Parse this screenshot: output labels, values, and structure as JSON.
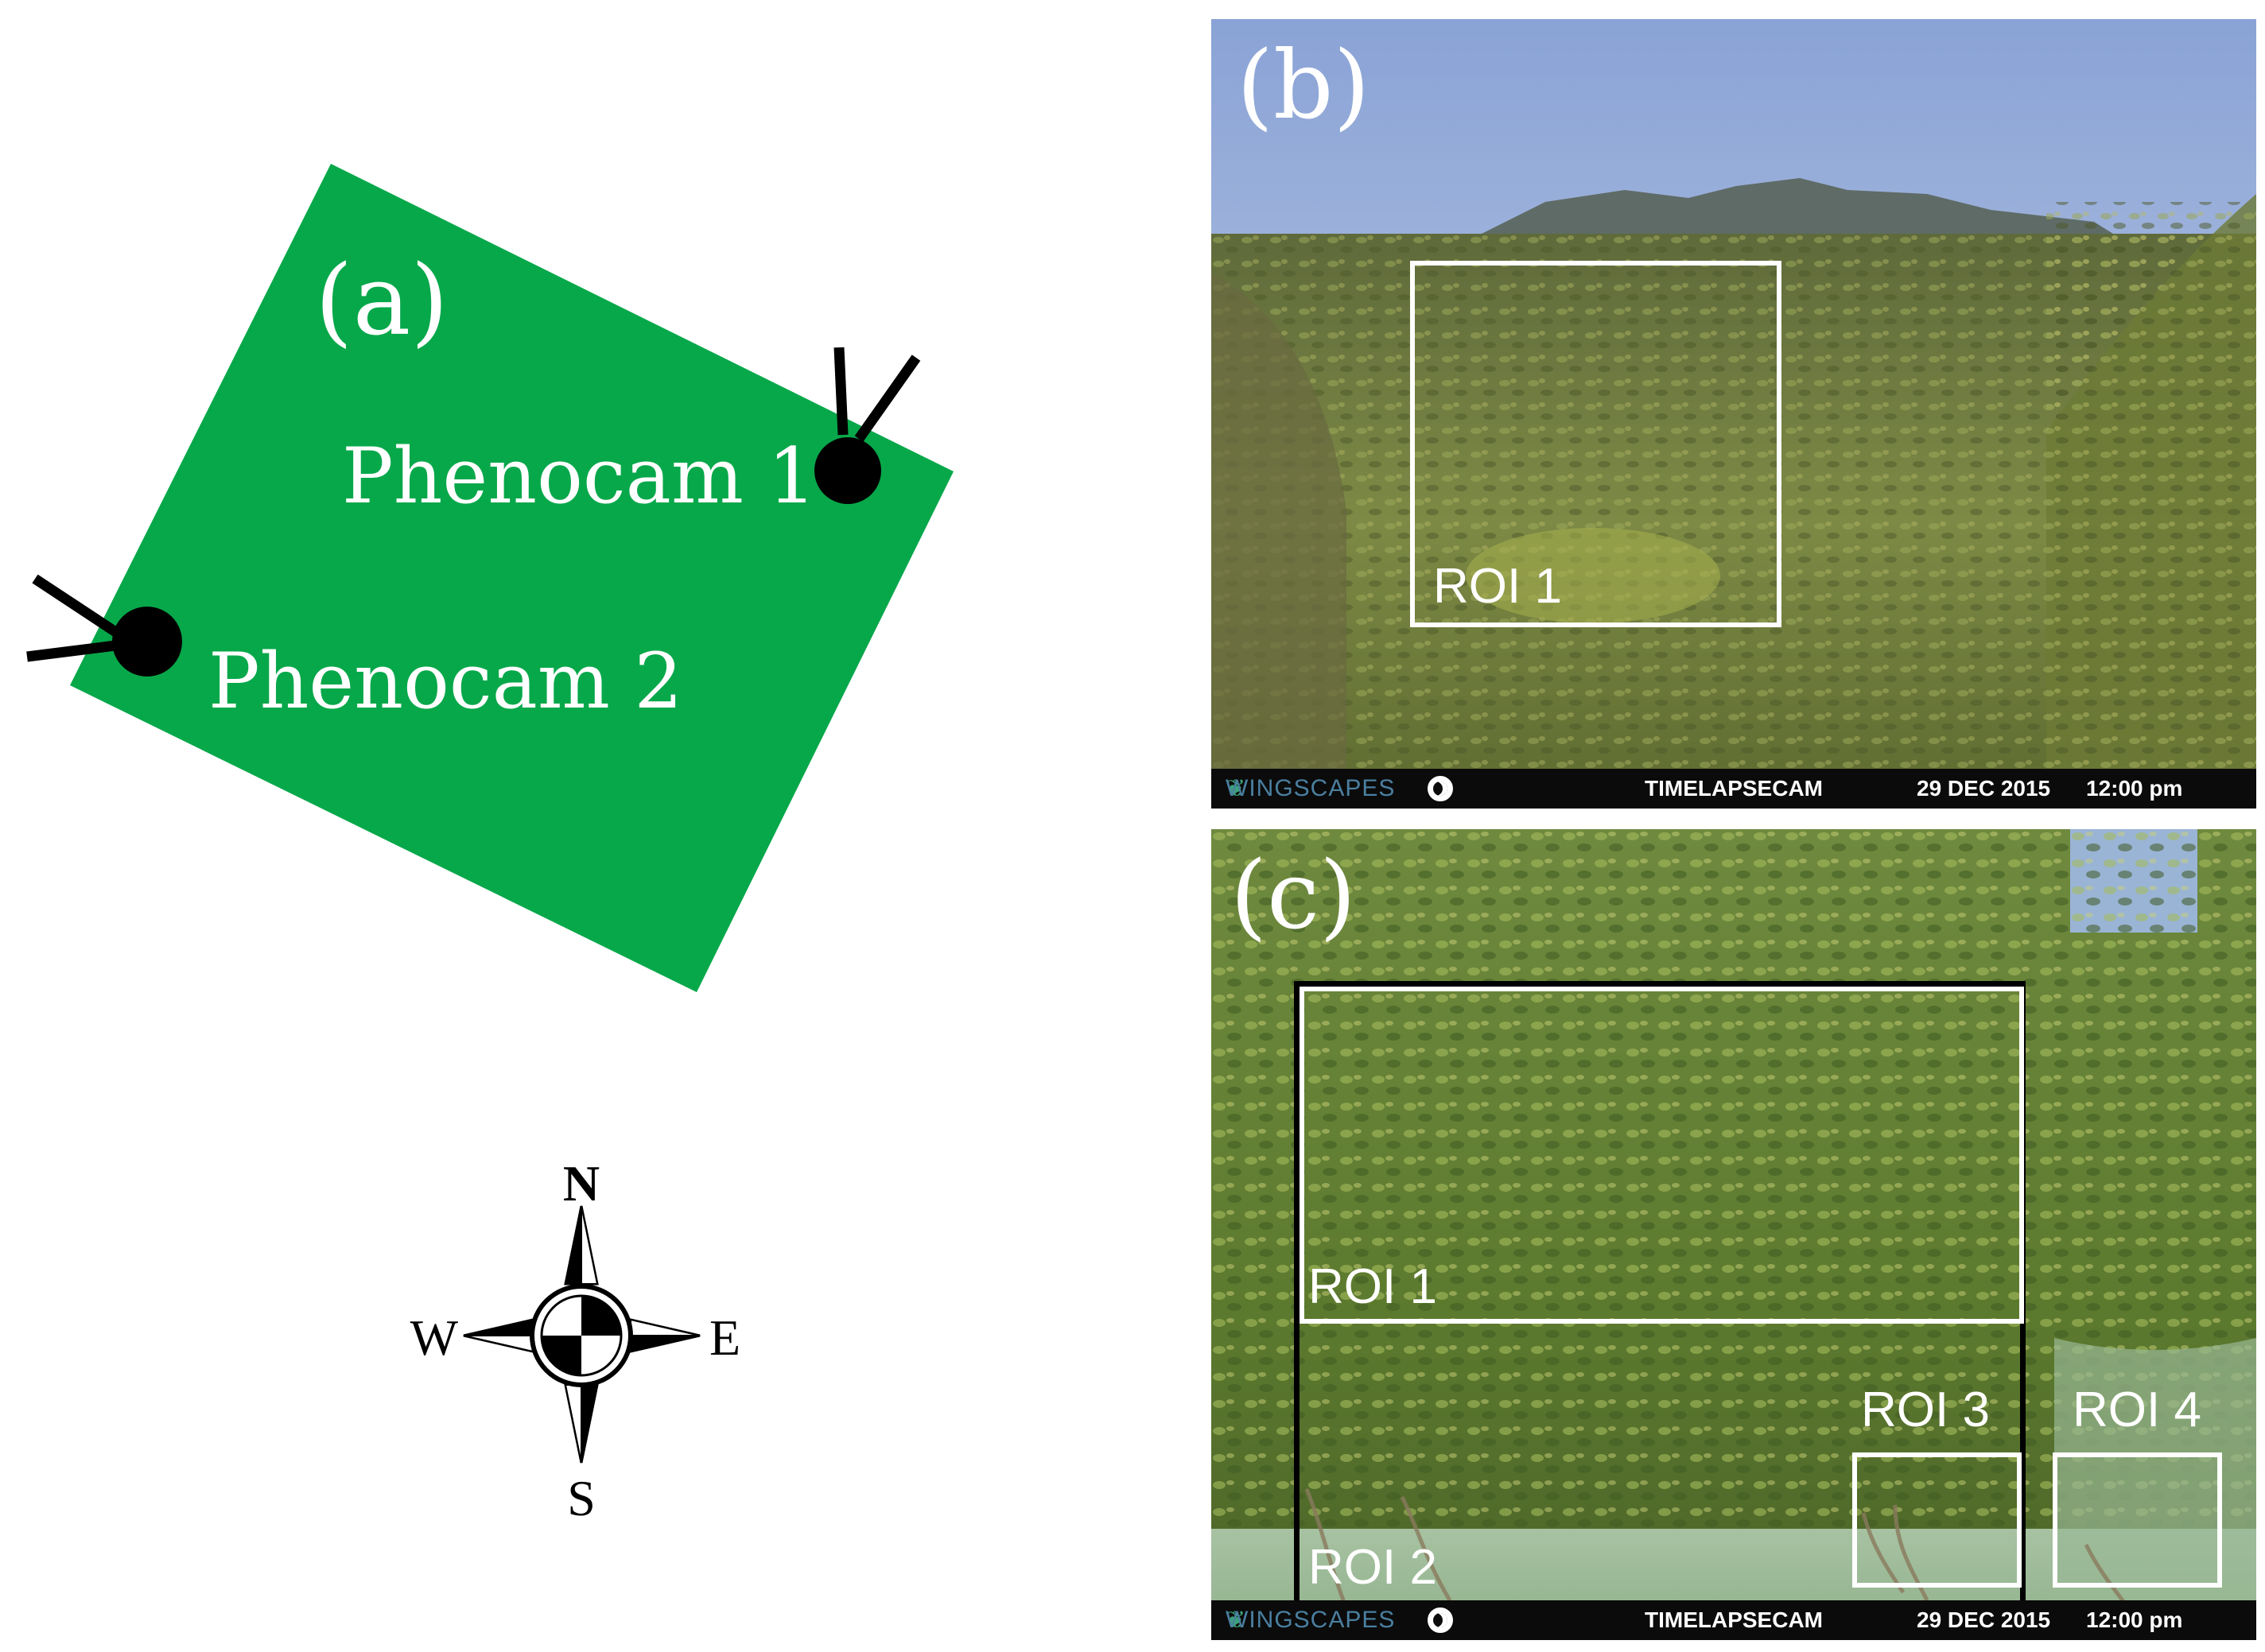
{
  "panel_a": {
    "letter": "(a)",
    "camera_1": "Phenocam 1",
    "camera_2": "Phenocam 2",
    "site_color": "#07a84a",
    "compass": {
      "north": "N",
      "south": "S",
      "east": "E",
      "west": "W"
    }
  },
  "panel_b": {
    "letter": "(b)",
    "rois": [
      "ROI 1"
    ],
    "camera_bar": {
      "brand": "WINGSCAPES",
      "name": "TIMELAPSECAM",
      "date": "29 DEC 2015",
      "time": "12:00 pm"
    }
  },
  "panel_c": {
    "letter": "(c)",
    "rois": [
      "ROI 1",
      "ROI 2",
      "ROI 3",
      "ROI 4"
    ],
    "camera_bar": {
      "brand": "WINGSCAPES",
      "name": "TIMELAPSECAM",
      "date": "29 DEC 2015",
      "time": "12:00 pm"
    }
  }
}
